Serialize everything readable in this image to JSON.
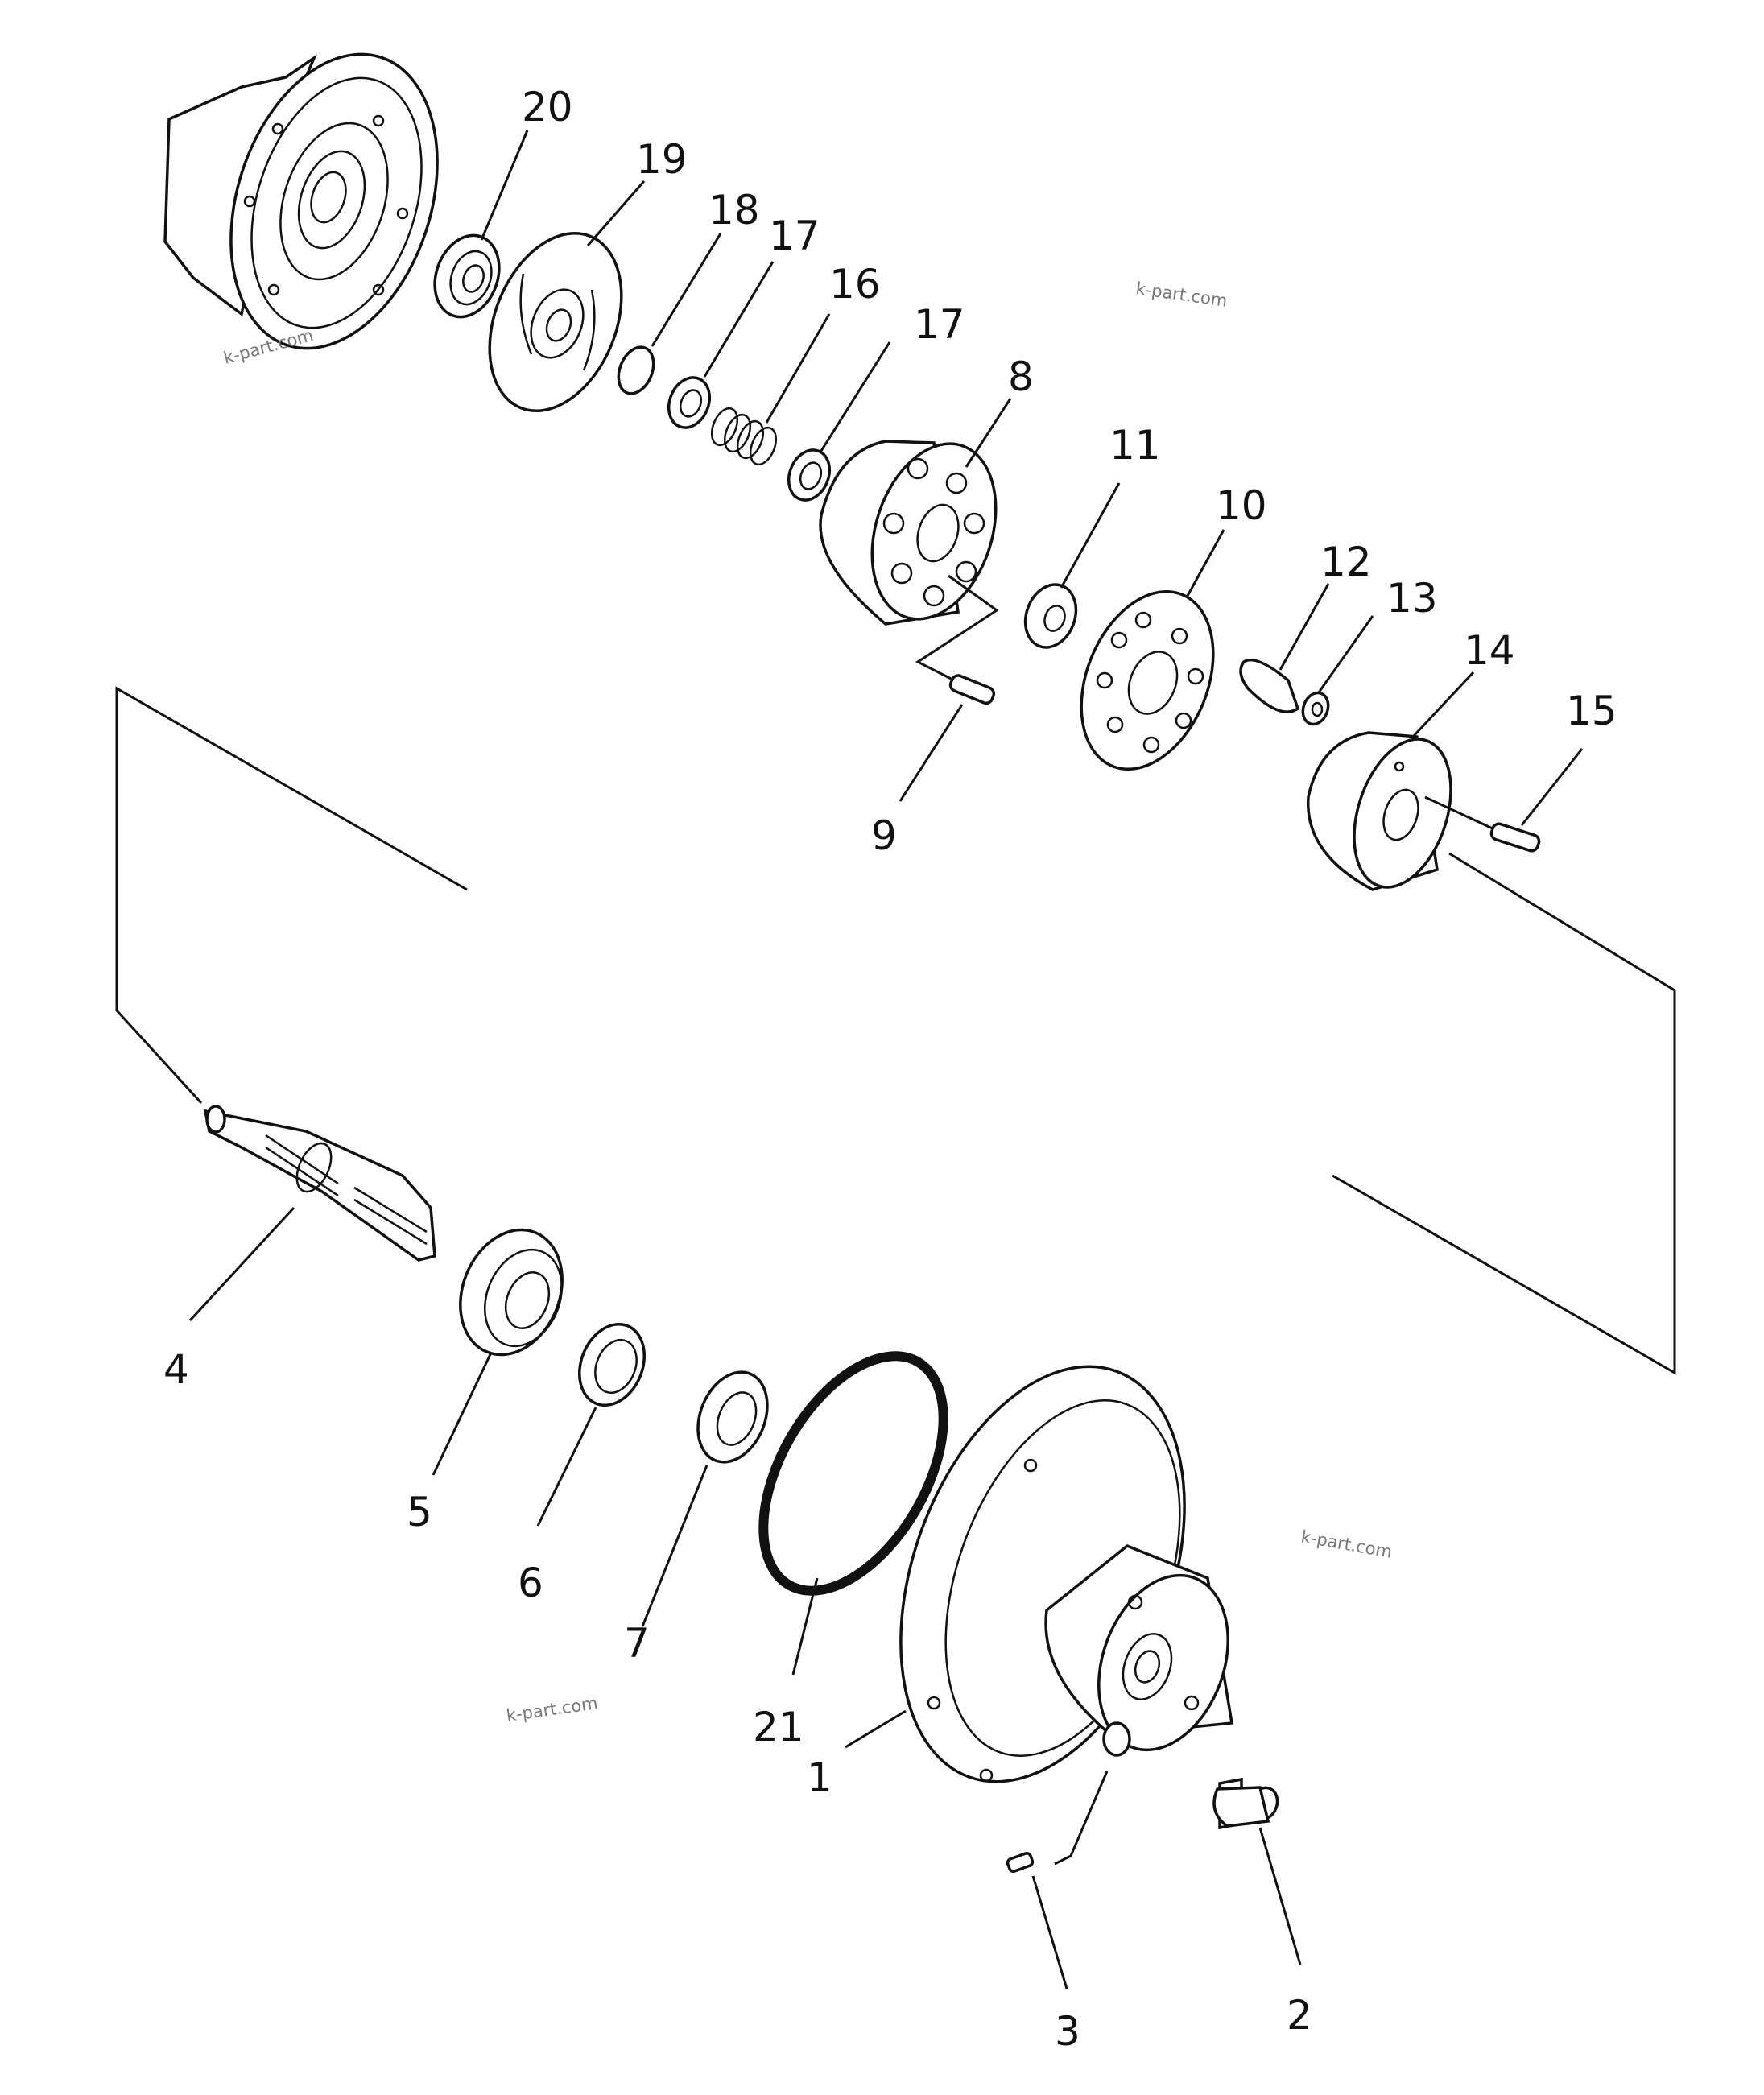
{
  "callouts": [
    "20",
    "19",
    "18",
    "17",
    "16",
    "17",
    "8",
    "11",
    "10",
    "12",
    "13",
    "14",
    "15",
    "9",
    "4",
    "5",
    "6",
    "7",
    "21",
    "1",
    "2",
    "3"
  ],
  "watermark": "k-part.com"
}
